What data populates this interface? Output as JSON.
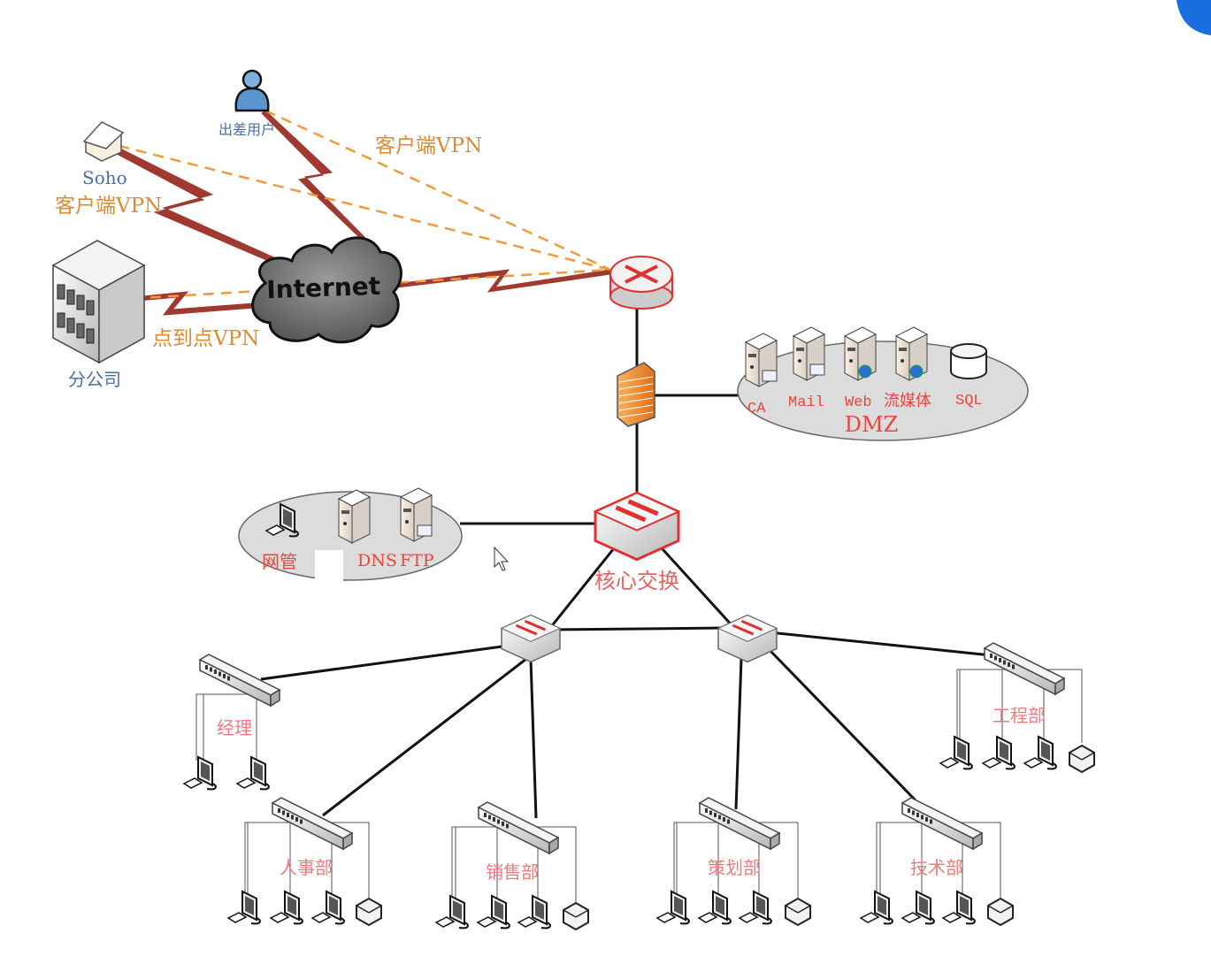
{
  "remote": {
    "travel_user": "出差用户",
    "soho": "Soho",
    "soho_vpn": "客户端VPN",
    "client_vpn": "客户端VPN",
    "branch": "分公司",
    "p2p_vpn": "点到点VPN",
    "internet": "Internet"
  },
  "dmz": {
    "title": "DMZ",
    "servers": [
      "CA",
      "Mail",
      "Web",
      "流媒体",
      "SQL"
    ]
  },
  "management": {
    "items": [
      "网管",
      "DNS",
      "FTP"
    ]
  },
  "core": {
    "label": "核心交换"
  },
  "departments": [
    "经理",
    "人事部",
    "销售部",
    "策划部",
    "技术部",
    "工程部"
  ],
  "colors": {
    "wan_link": "#a0392f",
    "vpn_tunnel": "#f29a3a",
    "label_red": "#e8463c",
    "label_blue": "#4a6fa5",
    "router_outline": "#e03030"
  }
}
